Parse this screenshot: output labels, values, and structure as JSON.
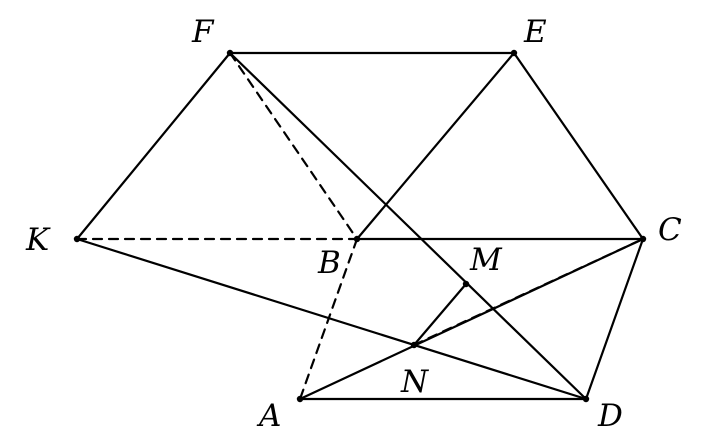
{
  "diagram": {
    "points": {
      "F": {
        "label": "F"
      },
      "E": {
        "label": "E"
      },
      "K": {
        "label": "K"
      },
      "B": {
        "label": "B"
      },
      "C": {
        "label": "C"
      },
      "M": {
        "label": "M"
      },
      "N": {
        "label": "N"
      },
      "A": {
        "label": "A"
      },
      "D": {
        "label": "D"
      }
    },
    "solid_edges": [
      [
        "F",
        "E"
      ],
      [
        "E",
        "C"
      ],
      [
        "F",
        "K"
      ],
      [
        "K",
        "D"
      ],
      [
        "F",
        "D"
      ],
      [
        "E",
        "B"
      ],
      [
        "B",
        "C"
      ],
      [
        "C",
        "D"
      ],
      [
        "A",
        "D"
      ],
      [
        "A",
        "C"
      ],
      [
        "M",
        "N"
      ]
    ],
    "dashed_edges": [
      [
        "F",
        "B"
      ],
      [
        "K",
        "B"
      ],
      [
        "B",
        "A"
      ],
      [
        "N",
        "C"
      ]
    ]
  }
}
